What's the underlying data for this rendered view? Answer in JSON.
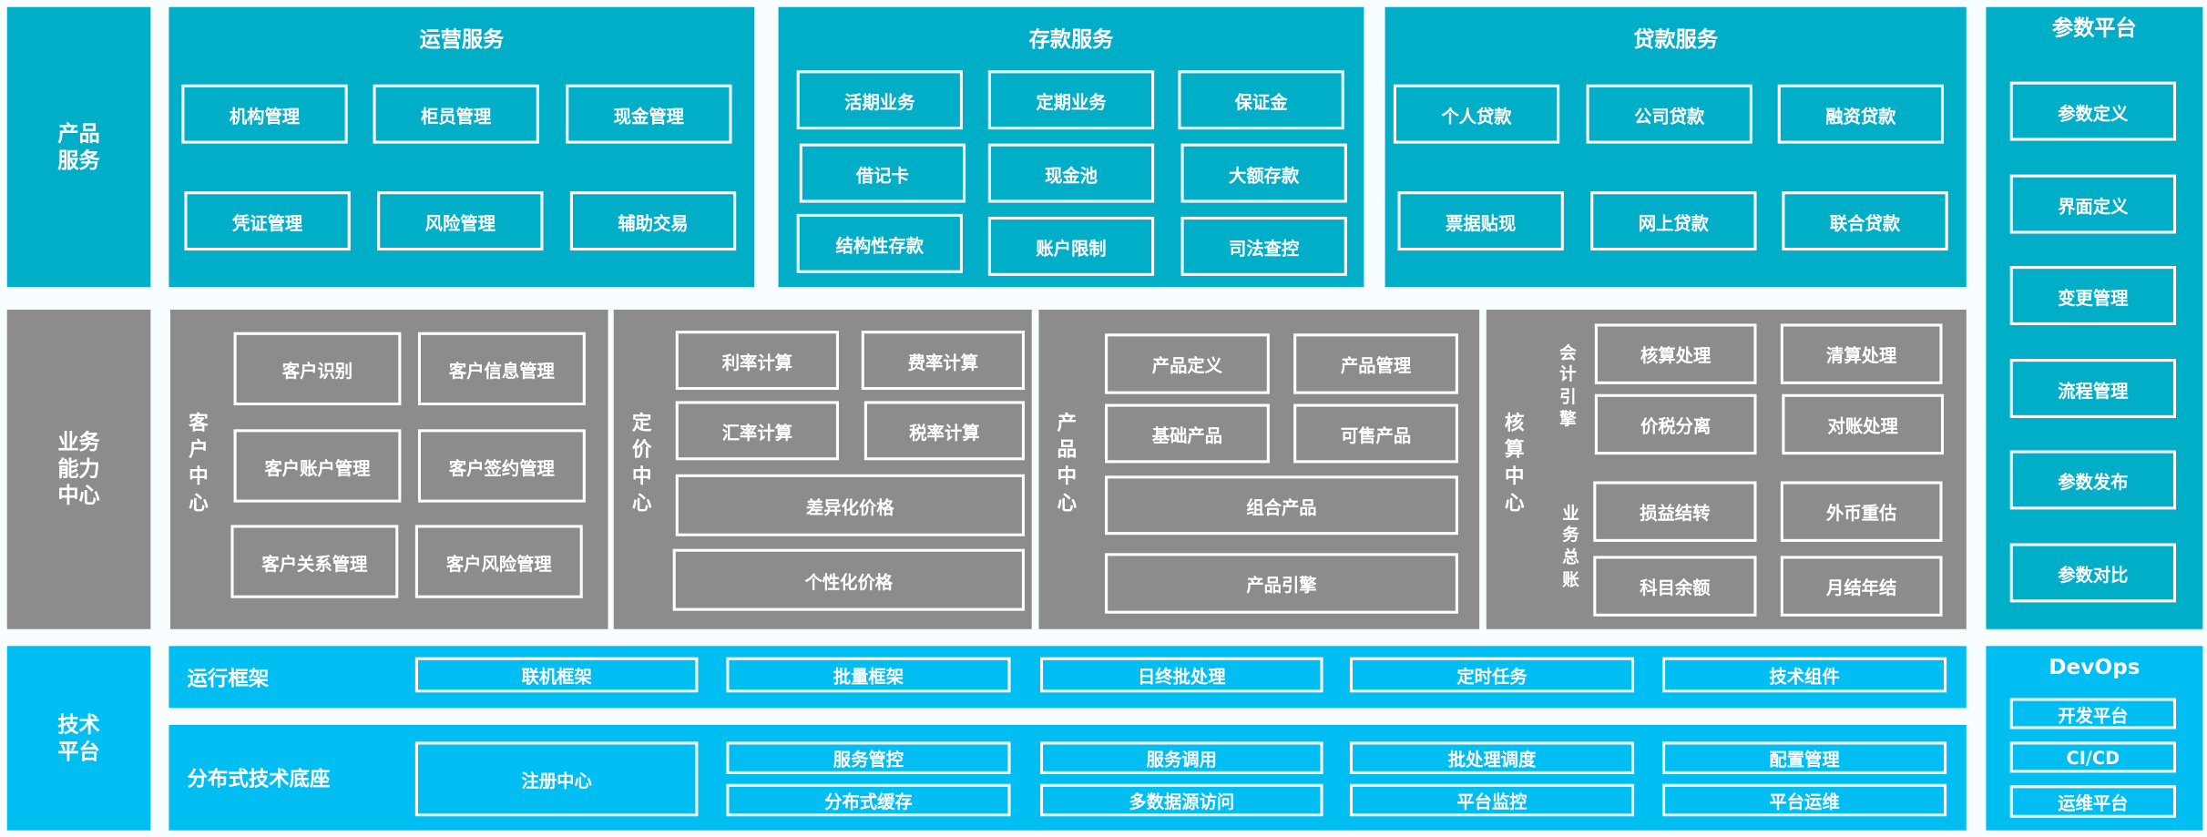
{
  "colors": {
    "product": "#01aec7",
    "capability": "#8c8c8c",
    "tech": "#00bdf2",
    "text": "#ffffff"
  },
  "product_service": {
    "label": "产品\n服务",
    "operations": {
      "title": "运营服务",
      "items": [
        "机构管理",
        "柜员管理",
        "现金管理",
        "凭证管理",
        "风险管理",
        "辅助交易"
      ]
    },
    "deposit": {
      "title": "存款服务",
      "items": [
        "活期业务",
        "定期业务",
        "保证金",
        "借记卡",
        "现金池",
        "大额存款",
        "结构性存款",
        "账户限制",
        "司法查控"
      ]
    },
    "loan": {
      "title": "贷款服务",
      "items": [
        "个人贷款",
        "公司贷款",
        "融资贷款",
        "票据贴现",
        "网上贷款",
        "联合贷款"
      ]
    }
  },
  "parameter_platform": {
    "title": "参数平台",
    "items": [
      "参数定义",
      "界面定义",
      "变更管理",
      "流程管理",
      "参数发布",
      "参数对比"
    ]
  },
  "business_capability": {
    "label": "业务\n能力\n中心",
    "customer": {
      "title": "客户中心",
      "items": [
        "客户识别",
        "客户信息管理",
        "客户账户管理",
        "客户签约管理",
        "客户关系管理",
        "客户风险管理"
      ]
    },
    "pricing": {
      "title": "定价中心",
      "items": [
        "利率计算",
        "费率计算",
        "汇率计算",
        "税率计算",
        "差异化价格",
        "个性化价格"
      ]
    },
    "product": {
      "title": "产品中心",
      "items": [
        "产品定义",
        "产品管理",
        "基础产品",
        "可售产品",
        "组合产品",
        "产品引擎"
      ]
    },
    "accounting": {
      "title": "核算中心",
      "engine_label": "会计引擎",
      "ledger_label": "业务总账",
      "items": [
        "核算处理",
        "清算处理",
        "价税分离",
        "对账处理",
        "损益结转",
        "外币重估",
        "科目余额",
        "月结年结"
      ]
    }
  },
  "tech_platform": {
    "label": "技术\n平台",
    "runtime": {
      "title": "运行框架",
      "items": [
        "联机框架",
        "批量框架",
        "日终批处理",
        "定时任务",
        "技术组件"
      ]
    },
    "distributed": {
      "title": "分布式技术底座",
      "items": [
        "注册中心",
        "服务管控",
        "服务调用",
        "批处理调度",
        "配置管理",
        "分布式缓存",
        "多数据源访问",
        "平台监控",
        "平台运维"
      ]
    }
  },
  "devops": {
    "title": "DevOps",
    "items": [
      "开发平台",
      "CI/CD",
      "运维平台"
    ]
  }
}
